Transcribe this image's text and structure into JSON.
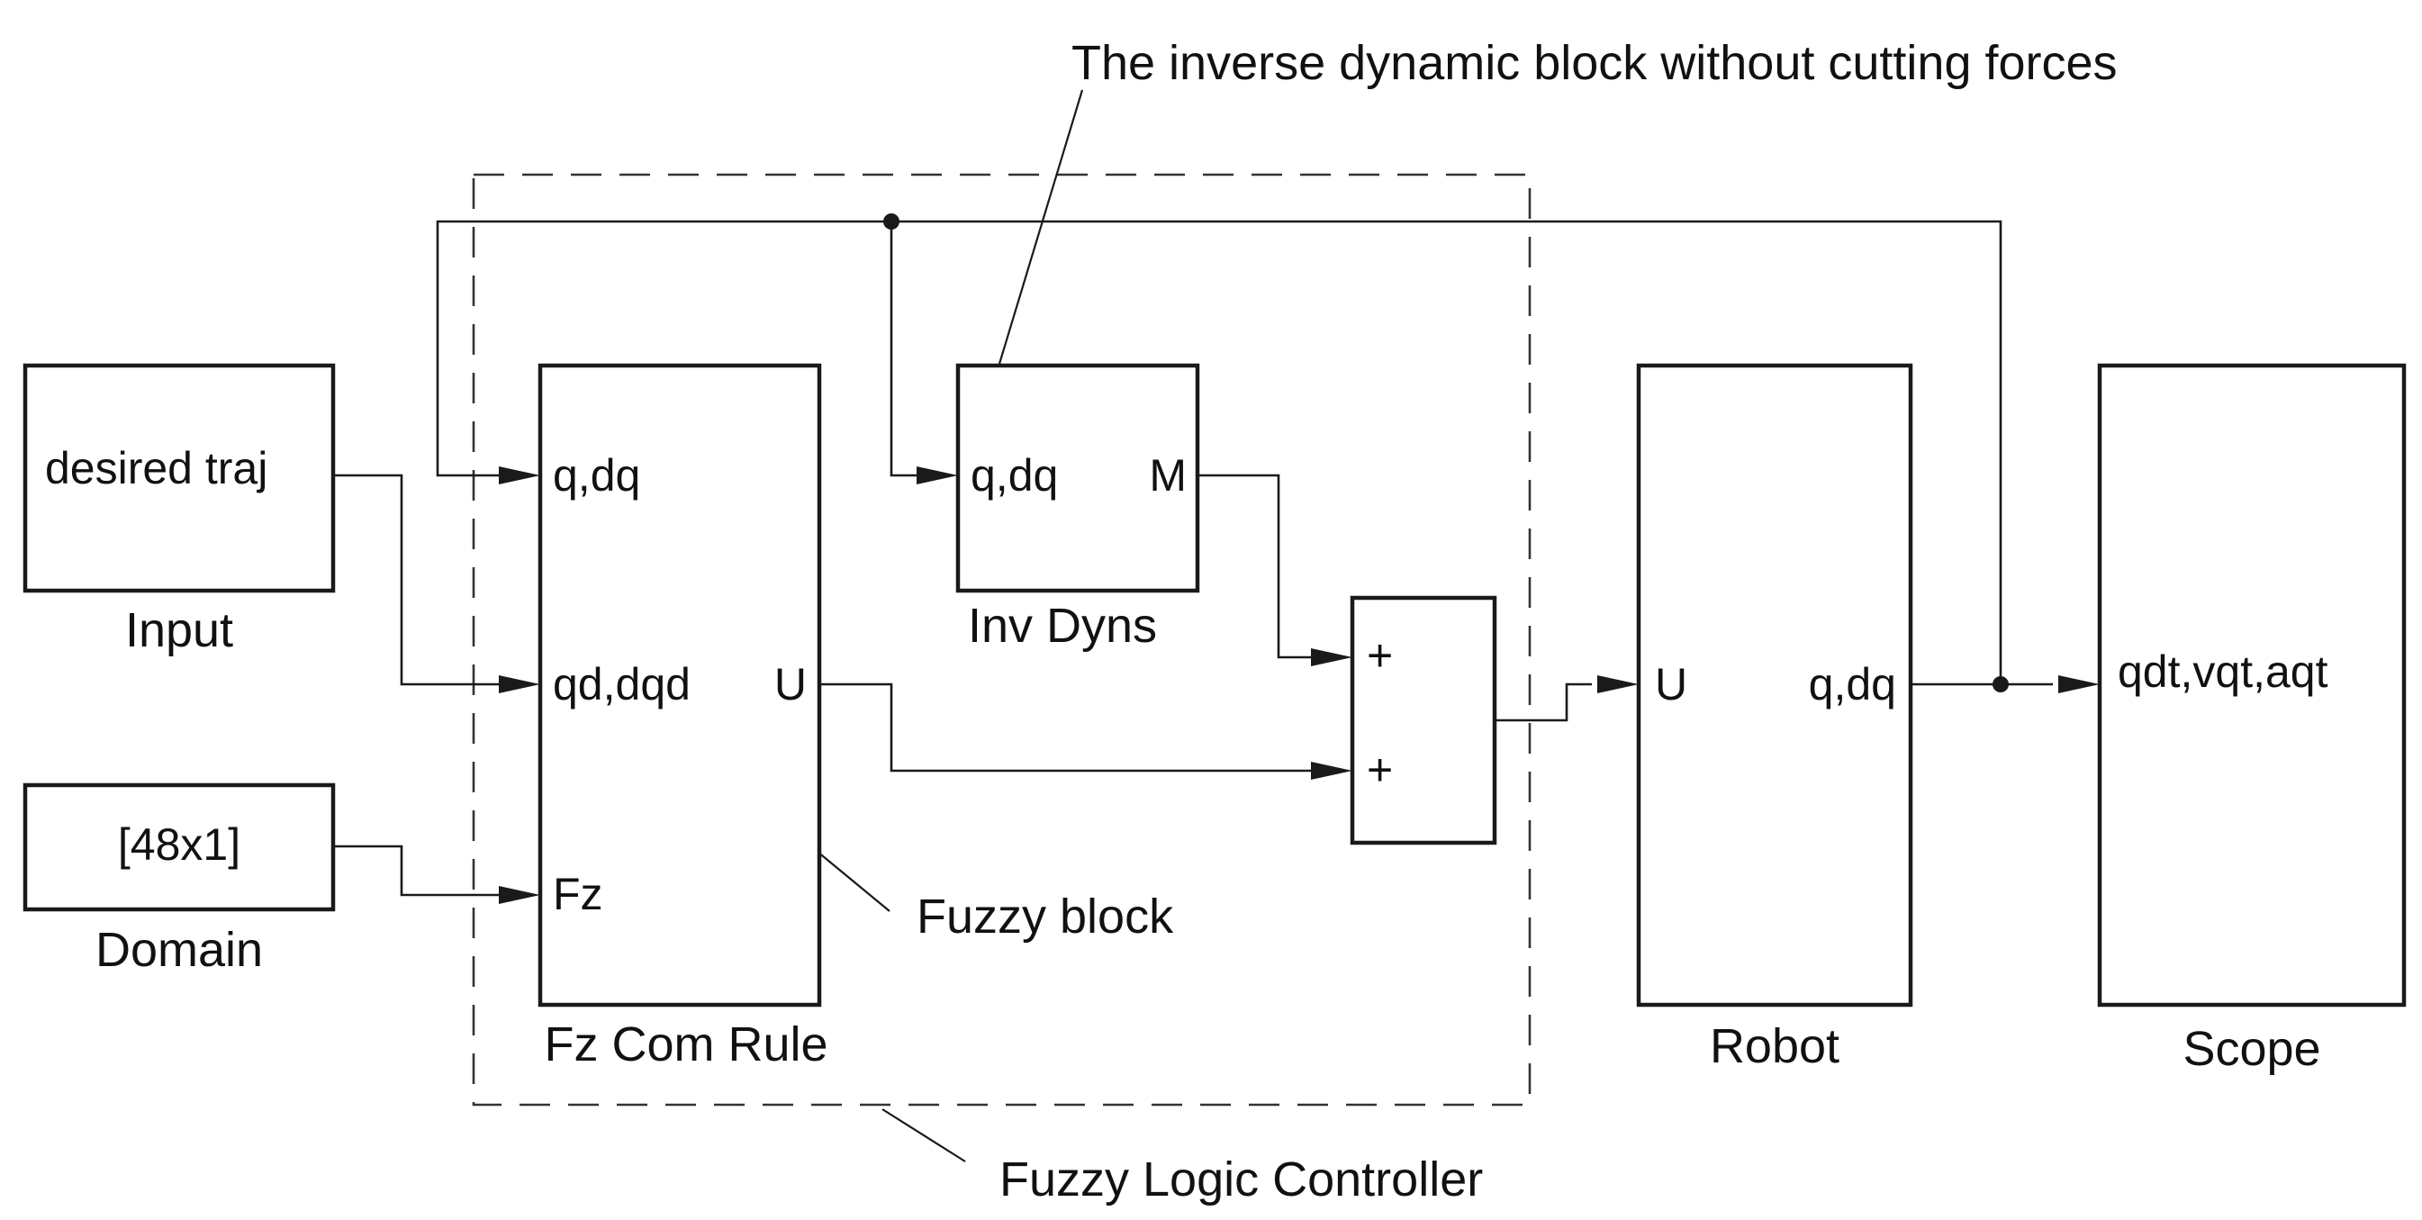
{
  "annotations": {
    "inverse_dynamic": "The inverse dynamic block without cutting forces",
    "fuzzy_block": "Fuzzy block",
    "fuzzy_logic_controller": "Fuzzy Logic Controller"
  },
  "blocks": {
    "input": {
      "content": "desired traj",
      "label": "Input"
    },
    "domain": {
      "content": "[48x1]",
      "label": "Domain"
    },
    "fz_com_rule": {
      "label": "Fz Com Rule",
      "ports": [
        "q,dq",
        "qd,dqd",
        "Fz",
        "U"
      ]
    },
    "inv_dyns": {
      "label": "Inv Dyns",
      "ports": [
        "q,dq",
        "M"
      ]
    },
    "sum": {
      "signs": [
        "+",
        "+"
      ]
    },
    "robot": {
      "label": "Robot",
      "ports": [
        "U",
        "q,dq"
      ]
    },
    "scope": {
      "content": "qdt,vqt,aqt",
      "label": "Scope"
    }
  }
}
